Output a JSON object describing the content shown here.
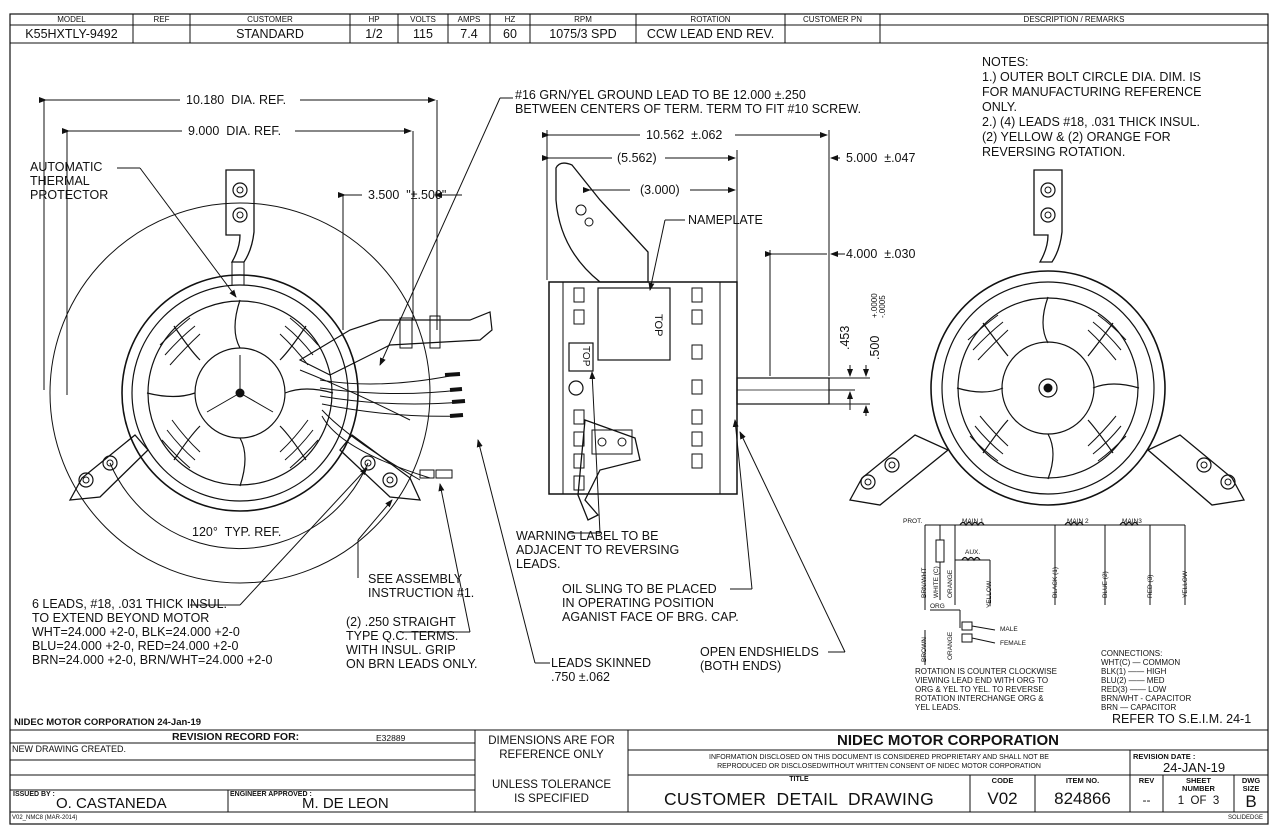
{
  "header": {
    "labels": {
      "model": "MODEL",
      "ref": "REF",
      "customer": "CUSTOMER",
      "hp": "HP",
      "volts": "VOLTS",
      "amps": "AMPS",
      "hz": "HZ",
      "rpm": "RPM",
      "rotation": "ROTATION",
      "customer_pn": "CUSTOMER PN",
      "description": "DESCRIPTION / REMARKS"
    },
    "values": {
      "model": "K55HXTLY-9492",
      "ref": "",
      "customer": "STANDARD",
      "hp": "1/2",
      "volts": "115",
      "amps": "7.4",
      "hz": "60",
      "rpm": "1075/3 SPD",
      "rotation": "CCW LEAD END REV.",
      "customer_pn": "",
      "description": ""
    }
  },
  "notes": {
    "title": "NOTES:",
    "lines": [
      "1.) OUTER BOLT CIRCLE DIA. DIM. IS",
      "FOR MANUFACTURING REFERENCE",
      "ONLY.",
      "2.) (4) LEADS #18, .031 THICK INSUL.",
      "(2) YELLOW & (2) ORANGE FOR",
      "REVERSING ROTATION."
    ]
  },
  "front_view": {
    "dim_outer": "10.180  DIA. REF.",
    "dim_inner": "9.000  DIA. REF.",
    "dim_bracket": "3.500  \"±.500\"",
    "thermal_lines": [
      "AUTOMATIC",
      "THERMAL",
      "PROTECTOR"
    ],
    "angle": "120°  TYP. REF.",
    "see_assembly": [
      "SEE ASSEMBLY",
      "INSTRUCTION #1."
    ],
    "leads_lines": [
      "6 LEADS, #18, .031 THICK INSUL.",
      "TO EXTEND BEYOND MOTOR",
      "WHT=24.000 +2-0, BLK=24.000 +2-0",
      "BLU=24.000 +2-0, RED=24.000 +2-0",
      "BRN=24.000 +2-0, BRN/WHT=24.000 +2-0"
    ],
    "terms_lines": [
      "(2) .250 STRAIGHT",
      "TYPE Q.C. TERMS.",
      "WITH INSUL. GRIP",
      "ON BRN LEADS ONLY."
    ]
  },
  "side_view": {
    "ground_lines": [
      "#16 GRN/YEL GROUND LEAD TO BE 12.000 ±.250",
      "BETWEEN CENTERS OF TERM. TERM TO FIT #10 SCREW."
    ],
    "dim_length": "10.562  ±.062",
    "dim_5562": "(5.562)",
    "dim_3000": "(3.000)",
    "dim_shaft_len": "5.000  ±.047",
    "dim_shaft_4": "4.000  ±.030",
    "dim_flat": ".453",
    "dim_shaft_dia": ".500",
    "dim_tol_plus": "+.0000",
    "dim_tol_minus": "-.0005",
    "nameplate": "NAMEPLATE",
    "top_label": "TOP",
    "warning_lines": [
      "WARNING LABEL TO BE",
      "ADJACENT TO REVERSING",
      "LEADS."
    ],
    "oil_lines": [
      "OIL SLING TO BE PLACED",
      "IN OPERATING POSITION",
      "AGANIST FACE OF BRG. CAP."
    ],
    "skinned_lines": [
      "LEADS SKINNED",
      ".750 ±.062"
    ],
    "open_lines": [
      "OPEN ENDSHIELDS",
      "(BOTH ENDS)"
    ]
  },
  "wiring": {
    "prot": "PROT.",
    "main1": "MAIN 1",
    "main2": "MAIN 2",
    "main3": "MAIN3",
    "aux": "AUX.",
    "org": "ORG",
    "brn_wht": "BRN/WHT",
    "white_c": "WHITE (C)",
    "orange_top": "ORANGE",
    "yellow_mid": "YELLOW",
    "black": "BLACK (1)",
    "blue": "BLUE (2)",
    "red": "RED (3)",
    "yellow_right": "YELLOW",
    "brown": "BROWN",
    "orange_bot": "ORANGE",
    "male": "MALE",
    "female": "FEMALE",
    "rotation_lines": [
      "ROTATION IS COUNTER CLOCKWISE",
      "VIEWING LEAD END WITH ORG TO",
      "ORG & YEL TO YEL. TO REVERSE",
      "ROTATION INTERCHANGE ORG &",
      "YEL LEADS."
    ],
    "connections_lines": [
      "CONNECTIONS:",
      "WHT(C) — COMMON",
      "BLK(1) —— HIGH",
      "BLU(2) —— MED",
      "RED(3) —— LOW",
      "BRN/WHT - CAPACITOR",
      "BRN — CAPACITOR"
    ],
    "refer": "REFER TO S.E.I.M. 24-1"
  },
  "title_block": {
    "corp_date": "NIDEC MOTOR CORPORATION 24-Jan-19",
    "revision_record": "REVISION RECORD FOR:",
    "ecn": "E32889",
    "revision_line": "NEW DRAWING CREATED.",
    "dims_ref": [
      "DIMENSIONS ARE FOR",
      "REFERENCE ONLY"
    ],
    "tolerance": [
      "UNLESS TOLERANCE",
      "IS SPECIFIED"
    ],
    "corp": "NIDEC MOTOR CORPORATION",
    "disclaimer": [
      "INFORMATION DISCLOSED ON THIS DOCUMENT IS CONSIDERED PROPRIETARY AND SHALL NOT BE",
      "REPRODUCED OR DISCLOSEDWITHOUT WRITTEN CONSENT OF NIDEC MOTOR CORPORATION"
    ],
    "revision_date_label": "REVISION DATE :",
    "revision_date": "24-JAN-19",
    "title_label": "TITLE",
    "title": "CUSTOMER  DETAIL  DRAWING",
    "code_label": "CODE",
    "code": "V02",
    "item_label": "ITEM NO.",
    "item": "824866",
    "rev_label": "REV",
    "rev": "--",
    "sheet_label": [
      "SHEET",
      "NUMBER"
    ],
    "sheet": "1  OF  3",
    "dwg_label": [
      "DWG",
      "SIZE"
    ],
    "dwg": "B",
    "issued_label": "ISSUED BY :",
    "issued": "O. CASTANEDA",
    "engineer_label": "ENGINEER APPROVED :",
    "engineer": "M. DE LEON",
    "form": "V02_NMC8 (MAR-2014)",
    "soliddge": "SOLIDEDGE"
  }
}
